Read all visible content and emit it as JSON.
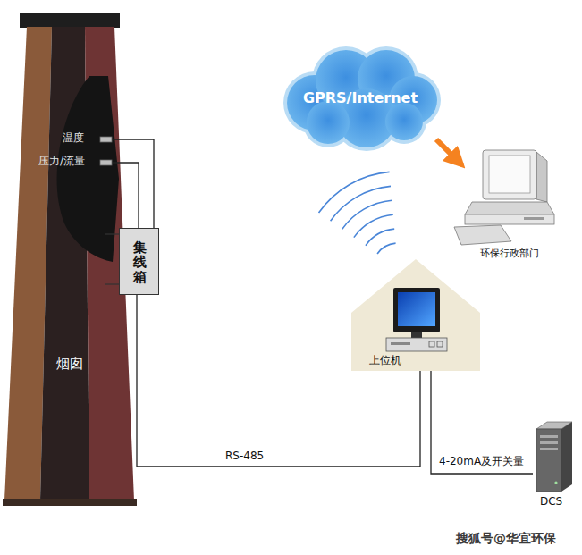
{
  "diagram": {
    "nodes": [
      {
        "text": [
          "烟囱"
        ]
      },
      {
        "text": [
          "温度"
        ],
        "in": 0
      },
      {
        "text": [
          "压力/流量"
        ],
        "in": 0
      },
      {
        "text": [
          "集线箱"
        ]
      },
      {
        "text": [
          "GPRS/Internet"
        ]
      },
      {
        "text": [
          "环保行政部门"
        ]
      },
      {
        "text": [
          "上位机"
        ]
      },
      {
        "text": [
          "DCS"
        ]
      }
    ],
    "edges": [
      {
        "from": 1,
        "to": 3,
        "arrow": "none"
      },
      {
        "from": 2,
        "to": 3,
        "arrow": "none"
      },
      {
        "from": 3,
        "to": 6,
        "label": "RS-485",
        "arrow": "none"
      },
      {
        "from": 6,
        "to": 7,
        "label": "4-20mA及开关量",
        "arrow": "none"
      },
      {
        "from": 4,
        "to": 5,
        "arrow": "to"
      }
    ],
    "labels": [
      "搜狐号@华宜环保"
    ]
  }
}
